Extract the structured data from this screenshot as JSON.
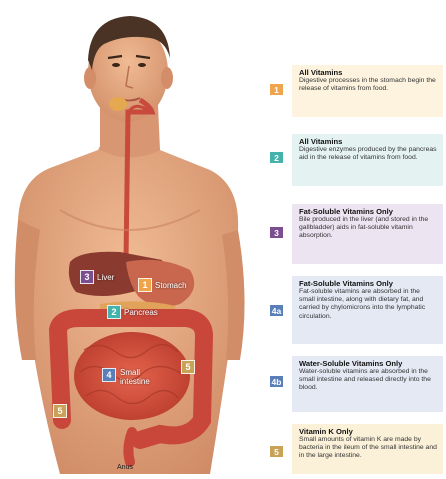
{
  "figure": {
    "labels": {
      "liver": "Liver",
      "stomach": "Stomach",
      "pancreas": "Pancreas",
      "small_intestine_line1": "Small",
      "small_intestine_line2": "intestine",
      "anus": "Anus"
    },
    "badges": {
      "liver": "3",
      "stomach": "1",
      "pancreas": "2",
      "small_intestine": "4",
      "colon_right": "5",
      "colon_left": "5"
    }
  },
  "panels": [
    {
      "badge": "1",
      "title": "All Vitamins",
      "text": "Digestive processes in the stomach begin the release of vitamins from food.",
      "bg": "#fdf3de",
      "badge_color": "#f0a44c"
    },
    {
      "badge": "2",
      "title": "All Vitamins",
      "text": "Digestive enzymes produced by the pancreas aid in the release of vitamins from food.",
      "bg": "#e4f3f1",
      "badge_color": "#45b2ab"
    },
    {
      "badge": "3",
      "title": "Fat-Soluble Vitamins Only",
      "text": "Bile produced in the liver (and stored in the gallbladder) aids in fat-soluble vitamin absorption.",
      "bg": "#ece4f1",
      "badge_color": "#7b4f8f"
    },
    {
      "badge": "4a",
      "title": "Fat-Soluble Vitamins Only",
      "text": "Fat-soluble vitamins are absorbed in the small intestine, along with dietary fat, and carried by chylomicrons into the lymphatic circulation.",
      "bg": "#e4e9f4",
      "badge_color": "#5a7fb8"
    },
    {
      "badge": "4b",
      "title": "Water-Soluble Vitamins Only",
      "text": "Water-soluble vitamins are absorbed in the small intestine and released directly into the blood.",
      "bg": "#e4e9f4",
      "badge_color": "#5a7fb8"
    },
    {
      "badge": "5",
      "title": "Vitamin K Only",
      "text": "Small amounts of vitamin K are made by bacteria in the ileum of the small intestine and in the large intestine.",
      "bg": "#fbf1d9",
      "badge_color": "#c9a258"
    }
  ],
  "colors": {
    "skin": "#e7ab82",
    "skin_shadow": "#c98460",
    "hair": "#4a3324",
    "intestine": "#d9553f",
    "liver": "#8a3a2e",
    "stomach": "#c8664e",
    "pancreas": "#e1a35a",
    "esophagus": "#c84a3c"
  }
}
